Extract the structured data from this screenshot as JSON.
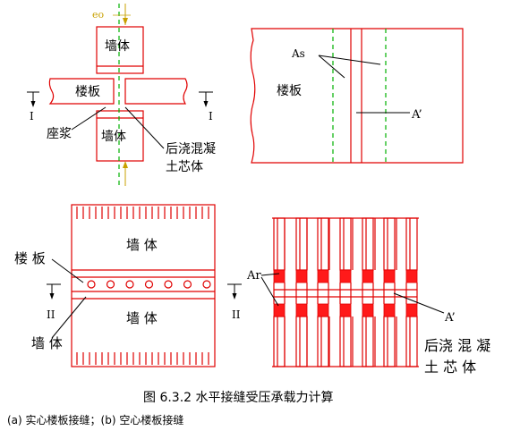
{
  "figure": {
    "caption": "图 6.3.2  水平接缝受压承载力计算",
    "subcaption": "(a) 实心楼板接缝；(b) 空心楼板接缝"
  },
  "panel_a_section": {
    "eo_label": "eo",
    "wall_top": "墙体",
    "wall_bottom": "墙体",
    "slab": "楼板",
    "grout": "座浆",
    "core_line1": "后浇混凝",
    "core_line2": "土芯体",
    "section_left": "I",
    "section_right": "I"
  },
  "panel_a_plan": {
    "as_label": "As",
    "slab": "楼板",
    "a_prime": "A’"
  },
  "panel_b_section": {
    "wall_top": "墙 体",
    "wall_bottom": "墙 体",
    "slab": "楼 板",
    "wall_left": "墙 体",
    "section_left": "II",
    "section_right": "II"
  },
  "panel_b_plan": {
    "ar_label": "Ar",
    "a_prime": "A’",
    "core_line1": "后浇 混 凝",
    "core_line2": "土 芯 体"
  },
  "colors": {
    "outline": "#e00000",
    "fill_block": "#ff1a1a",
    "center_line": "#00b000",
    "eo_text": "#c8a000"
  }
}
